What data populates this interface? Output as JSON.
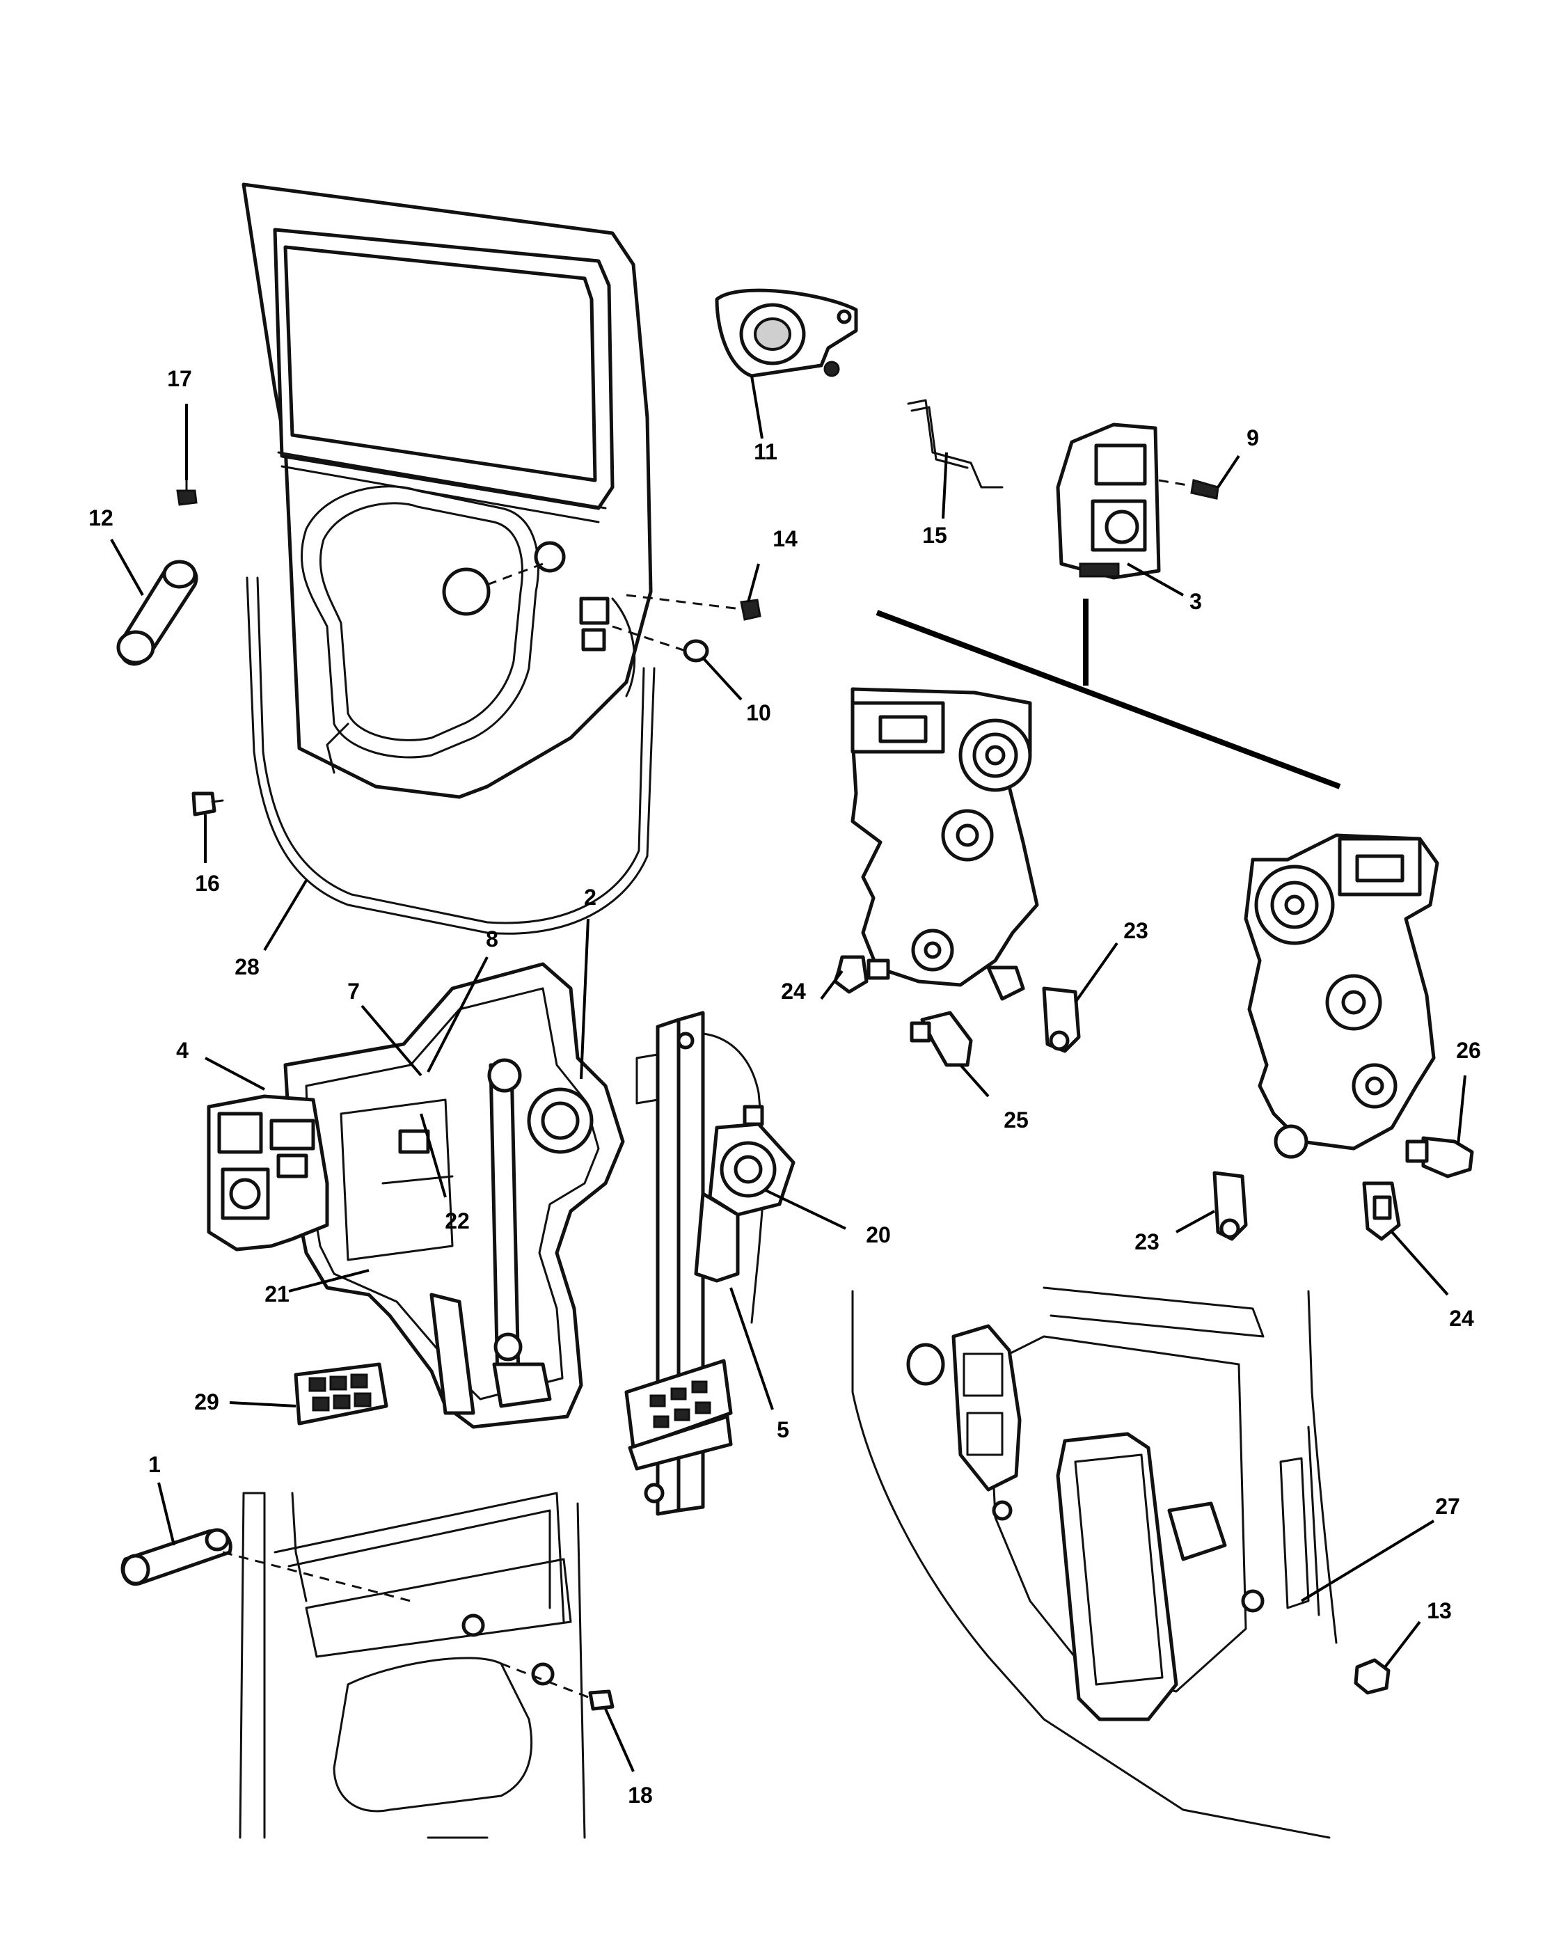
{
  "diagram": {
    "callouts": {
      "c1": "1",
      "c2": "2",
      "c3": "3",
      "c4": "4",
      "c5": "5",
      "c7": "7",
      "c8": "8",
      "c9": "9",
      "c10": "10",
      "c11": "11",
      "c12": "12",
      "c13": "13",
      "c14": "14",
      "c15": "15",
      "c16": "16",
      "c17": "17",
      "c18": "18",
      "c20": "20",
      "c21": "21",
      "c22": "22",
      "c23a": "23",
      "c23b": "23",
      "c24a": "24",
      "c24b": "24",
      "c25": "25",
      "c26": "26",
      "c27": "27",
      "c28": "28",
      "c29": "29"
    }
  }
}
